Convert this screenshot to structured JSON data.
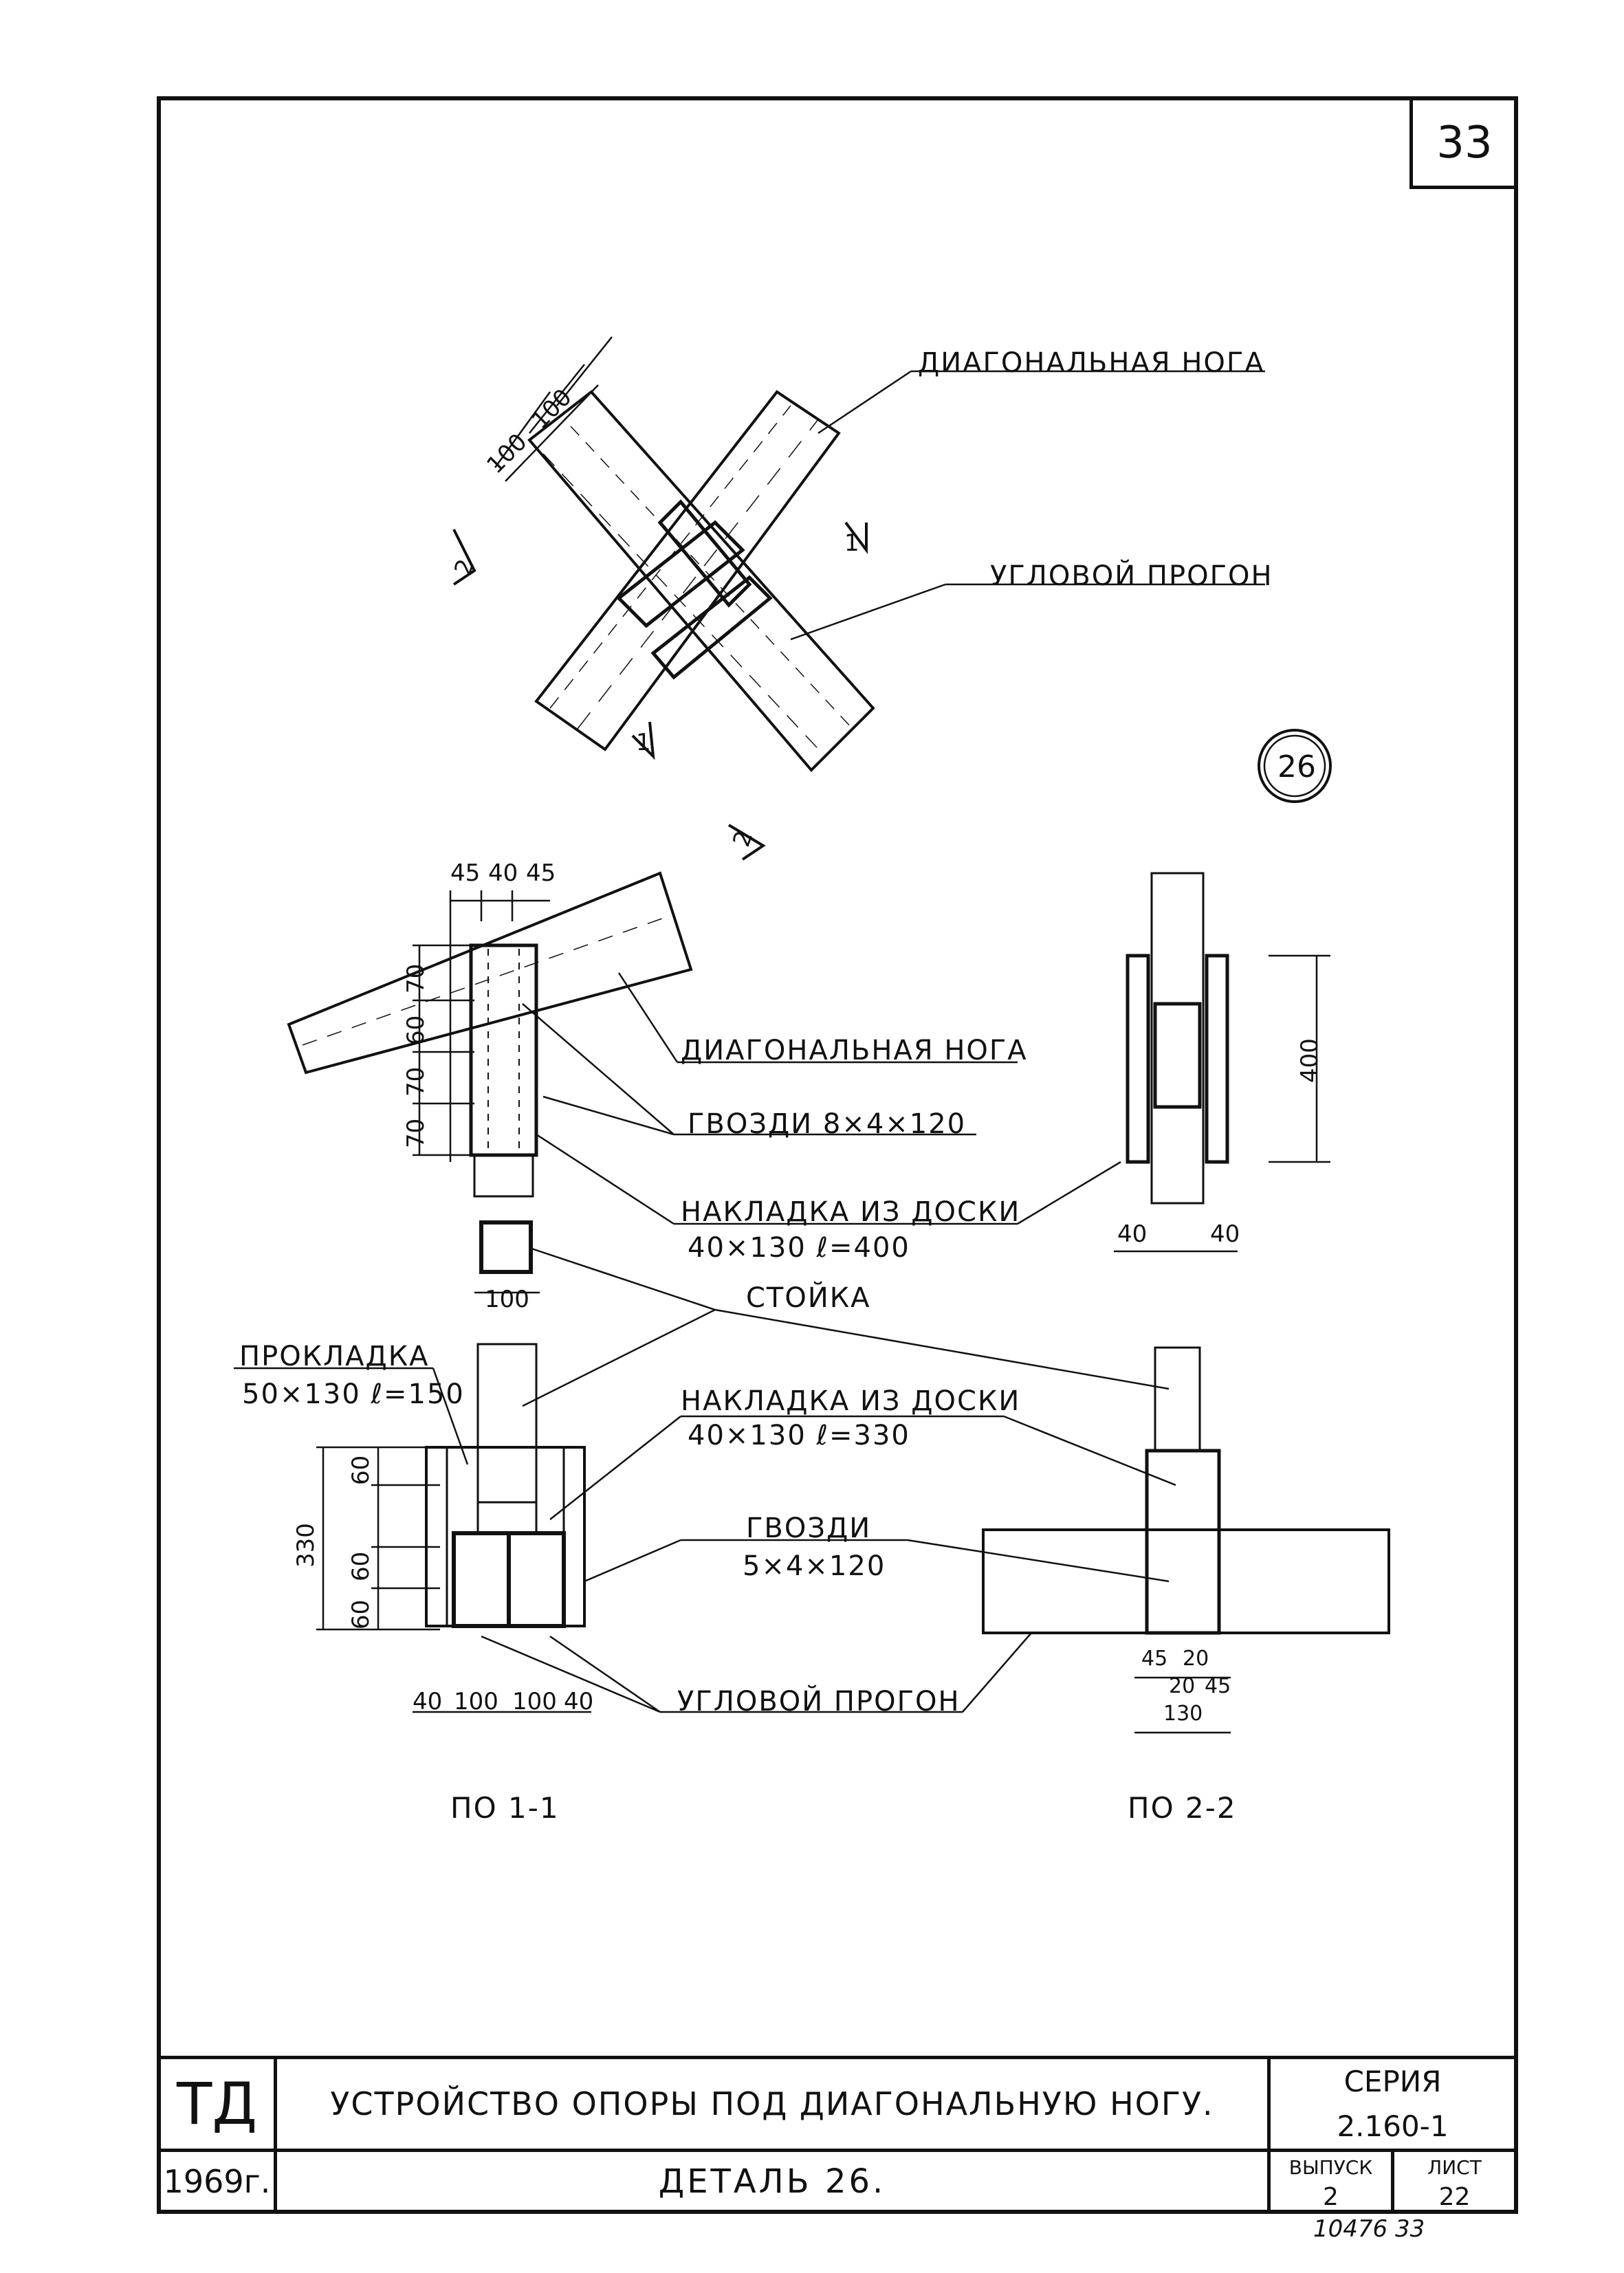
{
  "sheet": {
    "number": "33"
  },
  "plan_view": {
    "labels": {
      "diagonal_leg": "ДИАГОНАЛЬНАЯ НОГА",
      "corner_purlin": "УГЛОВОЙ ПРОГОН"
    },
    "dims": [
      "100",
      "100"
    ],
    "section_marks": [
      "1",
      "1",
      "2",
      "2"
    ],
    "detail_mark": "26"
  },
  "section_1_1": {
    "caption": "ПО 1-1",
    "top_dims": [
      "45",
      "40",
      "45"
    ],
    "side_dims_upper": [
      "70",
      "60",
      "70",
      "70"
    ],
    "post_dim": "100",
    "side_dims_lower": [
      "330",
      "60",
      "60",
      "60"
    ],
    "bottom_dims": [
      "40",
      "100",
      "100",
      "40"
    ],
    "labels": {
      "diagonal_leg": "ДИАГОНАЛЬНАЯ НОГА",
      "nails_upper": "ГВОЗДИ 8×4×120",
      "plate_upper_1": "НАКЛАДКА ИЗ ДОСКИ",
      "plate_upper_2": "40×130  ℓ=400",
      "post": "СТОЙКА",
      "spacer_1": "ПРОКЛАДКА",
      "spacer_2": "50×130 ℓ=150",
      "plate_lower_1": "НАКЛАДКА ИЗ ДОСКИ",
      "plate_lower_2": "40×130  ℓ=330",
      "nails_lower_1": "ГВОЗДИ",
      "nails_lower_2": "5×4×120",
      "corner_purlin": "УГЛОВОЙ ПРОГОН"
    }
  },
  "section_2_2": {
    "caption": "ПО 2-2",
    "height_dim": "400",
    "side_dims": [
      "40",
      "40"
    ],
    "bottom_dims": [
      "45",
      "20",
      "20",
      "45",
      "130"
    ]
  },
  "title_block": {
    "org": "ТД",
    "year": "1969г.",
    "title": "УСТРОЙСТВО ОПОРЫ ПОД ДИАГОНАЛЬНУЮ НОГУ.",
    "subtitle": "ДЕТАЛЬ 26.",
    "series_label": "СЕРИЯ",
    "series_value": "2.160-1",
    "issue_label": "ВЫПУСК",
    "issue_value": "2",
    "sheet_label": "ЛИСТ",
    "sheet_value": "22"
  },
  "archive_note": "10476  33"
}
